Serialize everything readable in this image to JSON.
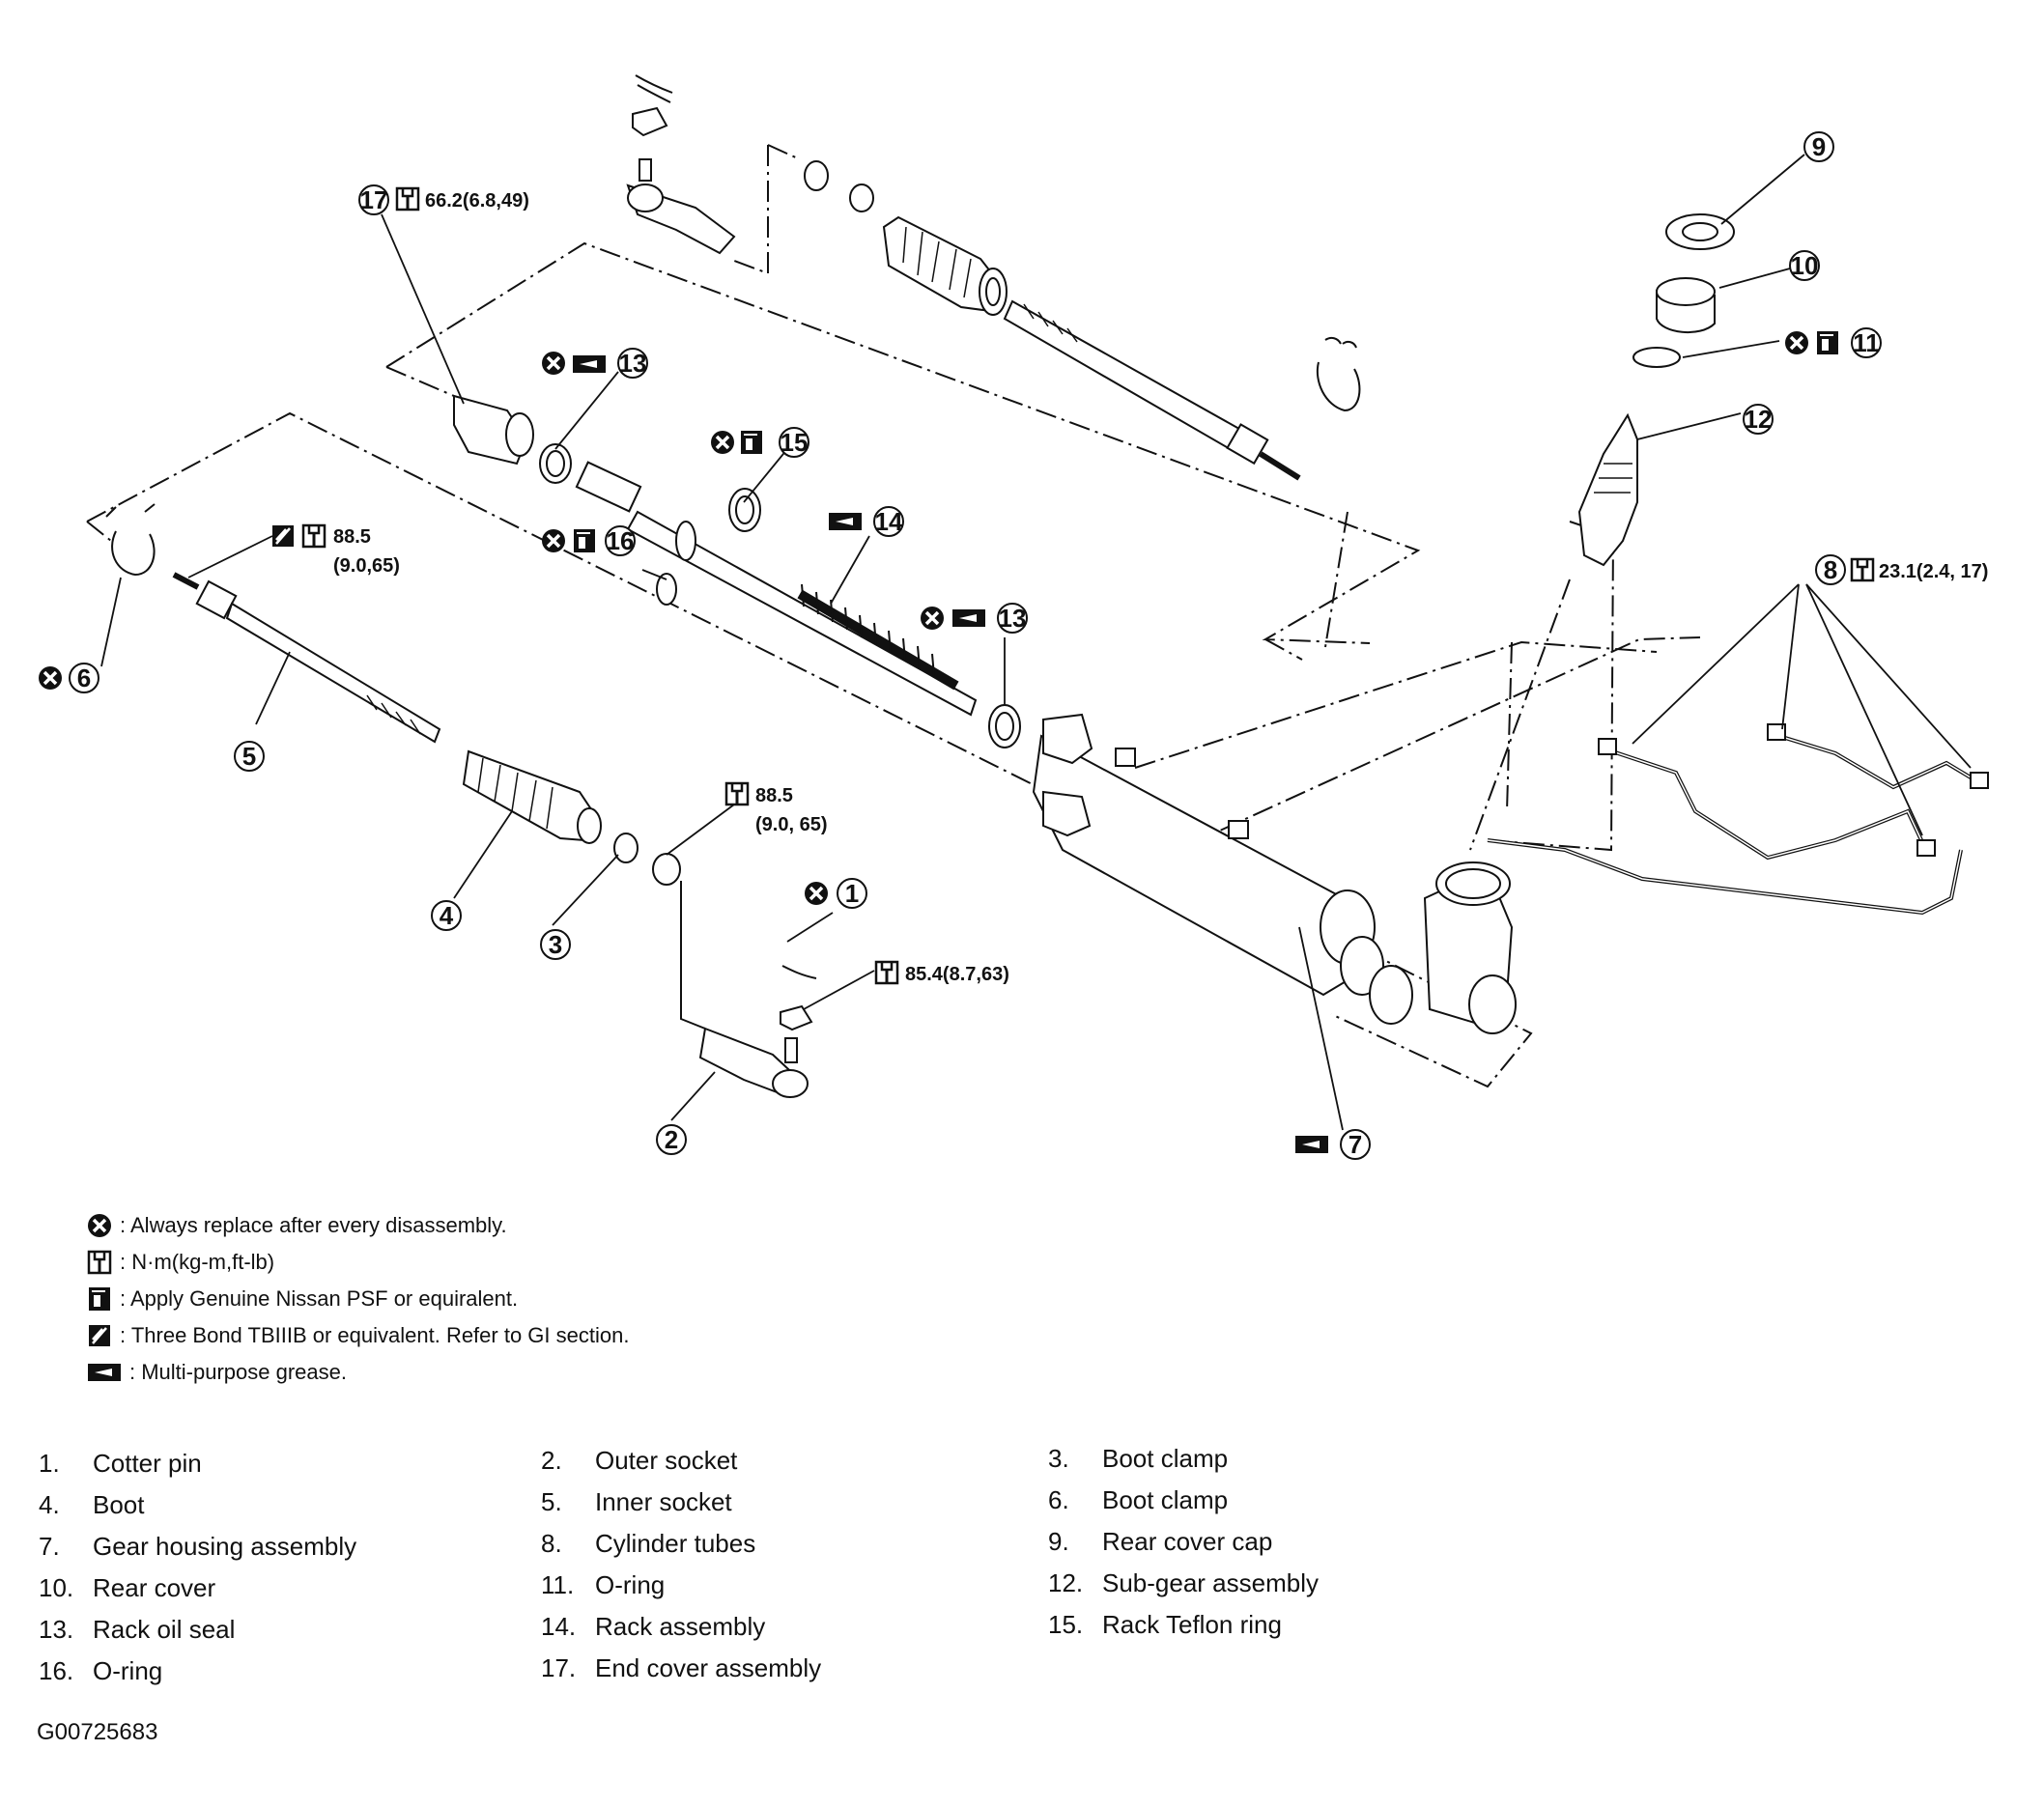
{
  "callouts": {
    "c1": "1",
    "c2": "2",
    "c3": "3",
    "c4": "4",
    "c5": "5",
    "c6": "6",
    "c7": "7",
    "c8": "8",
    "c9": "9",
    "c10": "10",
    "c11": "11",
    "c12": "12",
    "c13a": "13",
    "c13b": "13",
    "c14": "14",
    "c15": "15",
    "c16": "16",
    "c17": "17"
  },
  "torque_specs": {
    "t17": "66.2(6.8,49)",
    "t8": "23.1(2.4, 17)",
    "t5_line1": "88.5",
    "t5_line2": "(9.0,65)",
    "t3_line1": "88.5",
    "t3_line2": "(9.0, 65)",
    "t1": "85.4(8.7,63)"
  },
  "legend": [
    {
      "icon": "replace-icon",
      "text": ": Always replace after every disassembly."
    },
    {
      "icon": "torque-wrench-icon",
      "text": ": N·m(kg-m,ft-lb)"
    },
    {
      "icon": "psf-fluid-icon",
      "text": ": Apply Genuine Nissan PSF  or equiralent."
    },
    {
      "icon": "sealant-icon",
      "text": ": Three Bond TBIIIB or equivalent. Refer to GI section."
    },
    {
      "icon": "grease-icon",
      "text": ": Multi-purpose grease."
    }
  ],
  "parts": [
    {
      "num": "1.",
      "name": "Cotter pin"
    },
    {
      "num": "2.",
      "name": "Outer socket"
    },
    {
      "num": "3.",
      "name": "Boot clamp"
    },
    {
      "num": "4.",
      "name": "Boot"
    },
    {
      "num": "5.",
      "name": "Inner socket"
    },
    {
      "num": "6.",
      "name": "Boot clamp"
    },
    {
      "num": "7.",
      "name": "Gear housing assembly"
    },
    {
      "num": "8.",
      "name": "Cylinder tubes"
    },
    {
      "num": "9.",
      "name": "Rear cover cap"
    },
    {
      "num": "10.",
      "name": "Rear cover"
    },
    {
      "num": "11.",
      "name": "O-ring"
    },
    {
      "num": "12.",
      "name": "Sub-gear assembly"
    },
    {
      "num": "13.",
      "name": "Rack oil seal"
    },
    {
      "num": "14.",
      "name": "Rack assembly"
    },
    {
      "num": "15.",
      "name": "Rack Teflon ring"
    },
    {
      "num": "16.",
      "name": "O-ring"
    },
    {
      "num": "17.",
      "name": "End cover assembly"
    }
  ],
  "figure_id": "G00725683"
}
